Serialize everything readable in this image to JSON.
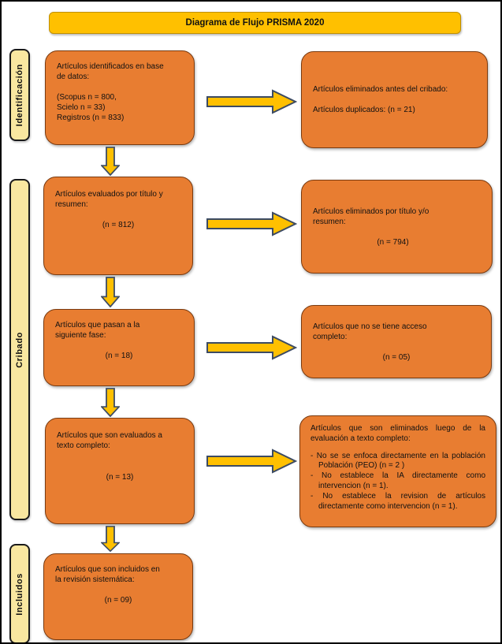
{
  "diagram": {
    "title": "Diagrama de Flujo PRISMA 2020"
  },
  "phases": {
    "identificacion": "Identificación",
    "cribado": "Cribado",
    "incluidos": "Incluidos"
  },
  "boxes": {
    "identified": {
      "title": [
        "Artículos identificados en base",
        "de datos:"
      ],
      "body": [
        "(Scopus n = 800,",
        "Scielo n = 33)",
        "Registros (n = 833)"
      ]
    },
    "removed_before": {
      "title": "Artículos eliminados antes del cribado:",
      "body": "Artículos duplicados: (n = 21)"
    },
    "screened": {
      "title": [
        "Artículos evaluados por título y",
        "resumen:"
      ],
      "count": "(n = 812)"
    },
    "excluded_title": {
      "title": [
        "Artículos eliminados por título y/o",
        "resumen:"
      ],
      "count": "(n = 794)"
    },
    "passed": {
      "title": [
        "Artículos que pasan a la",
        "siguiente fase:"
      ],
      "count": "(n = 18)"
    },
    "no_access": {
      "title": [
        "Artículos que no se tiene acceso",
        "completo:"
      ],
      "count": "(n = 05)"
    },
    "fulltext": {
      "title": [
        "Artículos que son evaluados a",
        "texto completo:"
      ],
      "count": "(n = 13)"
    },
    "fulltext_excluded": {
      "title": "Artículos que son eliminados luego de la evaluación a texto completo:",
      "bullets": [
        "- No se se enfoca directamente en la población Población (PEO) (n = 2 )",
        "- No establece la IA directamente como intervencion (n = 1).",
        "- No establece la revision de artículos directamente como intervencion (n = 1)."
      ]
    },
    "included": {
      "title": [
        "Artículos que son incluidos en",
        "la revisión sistemática:"
      ],
      "count": "(n = 09)"
    }
  },
  "colors": {
    "box_fill": "#E87D31",
    "box_border": "#7A3B10",
    "gold": "#FFC000",
    "gold_border": "#BF8F00",
    "phase_label_fill": "#F9E7A0",
    "arrow_outline": "#3C4B63"
  }
}
